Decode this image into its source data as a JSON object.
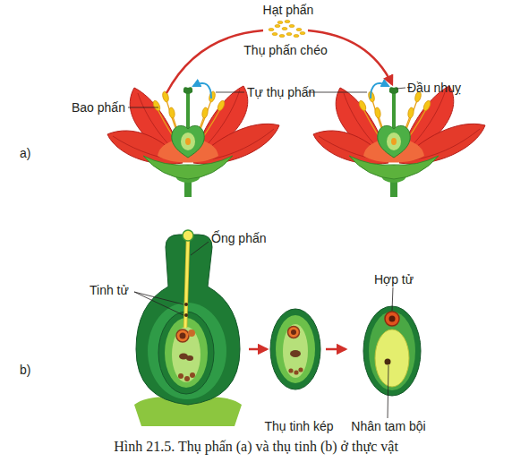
{
  "diagram": {
    "caption": "Hình 21.5. Thụ phấn (a) và thụ tinh (b) ở thực vật",
    "labels": [
      "Hạt phấn",
      "Thụ phấn chéo",
      "Bao phấn",
      "Tự thụ phấn",
      "Đầu nhuỵ",
      "a)",
      "Ống phấn",
      "Tinh tử",
      "Hợp tử",
      "Thụ tinh kép",
      "Nhân tam bội",
      "b)"
    ]
  }
}
